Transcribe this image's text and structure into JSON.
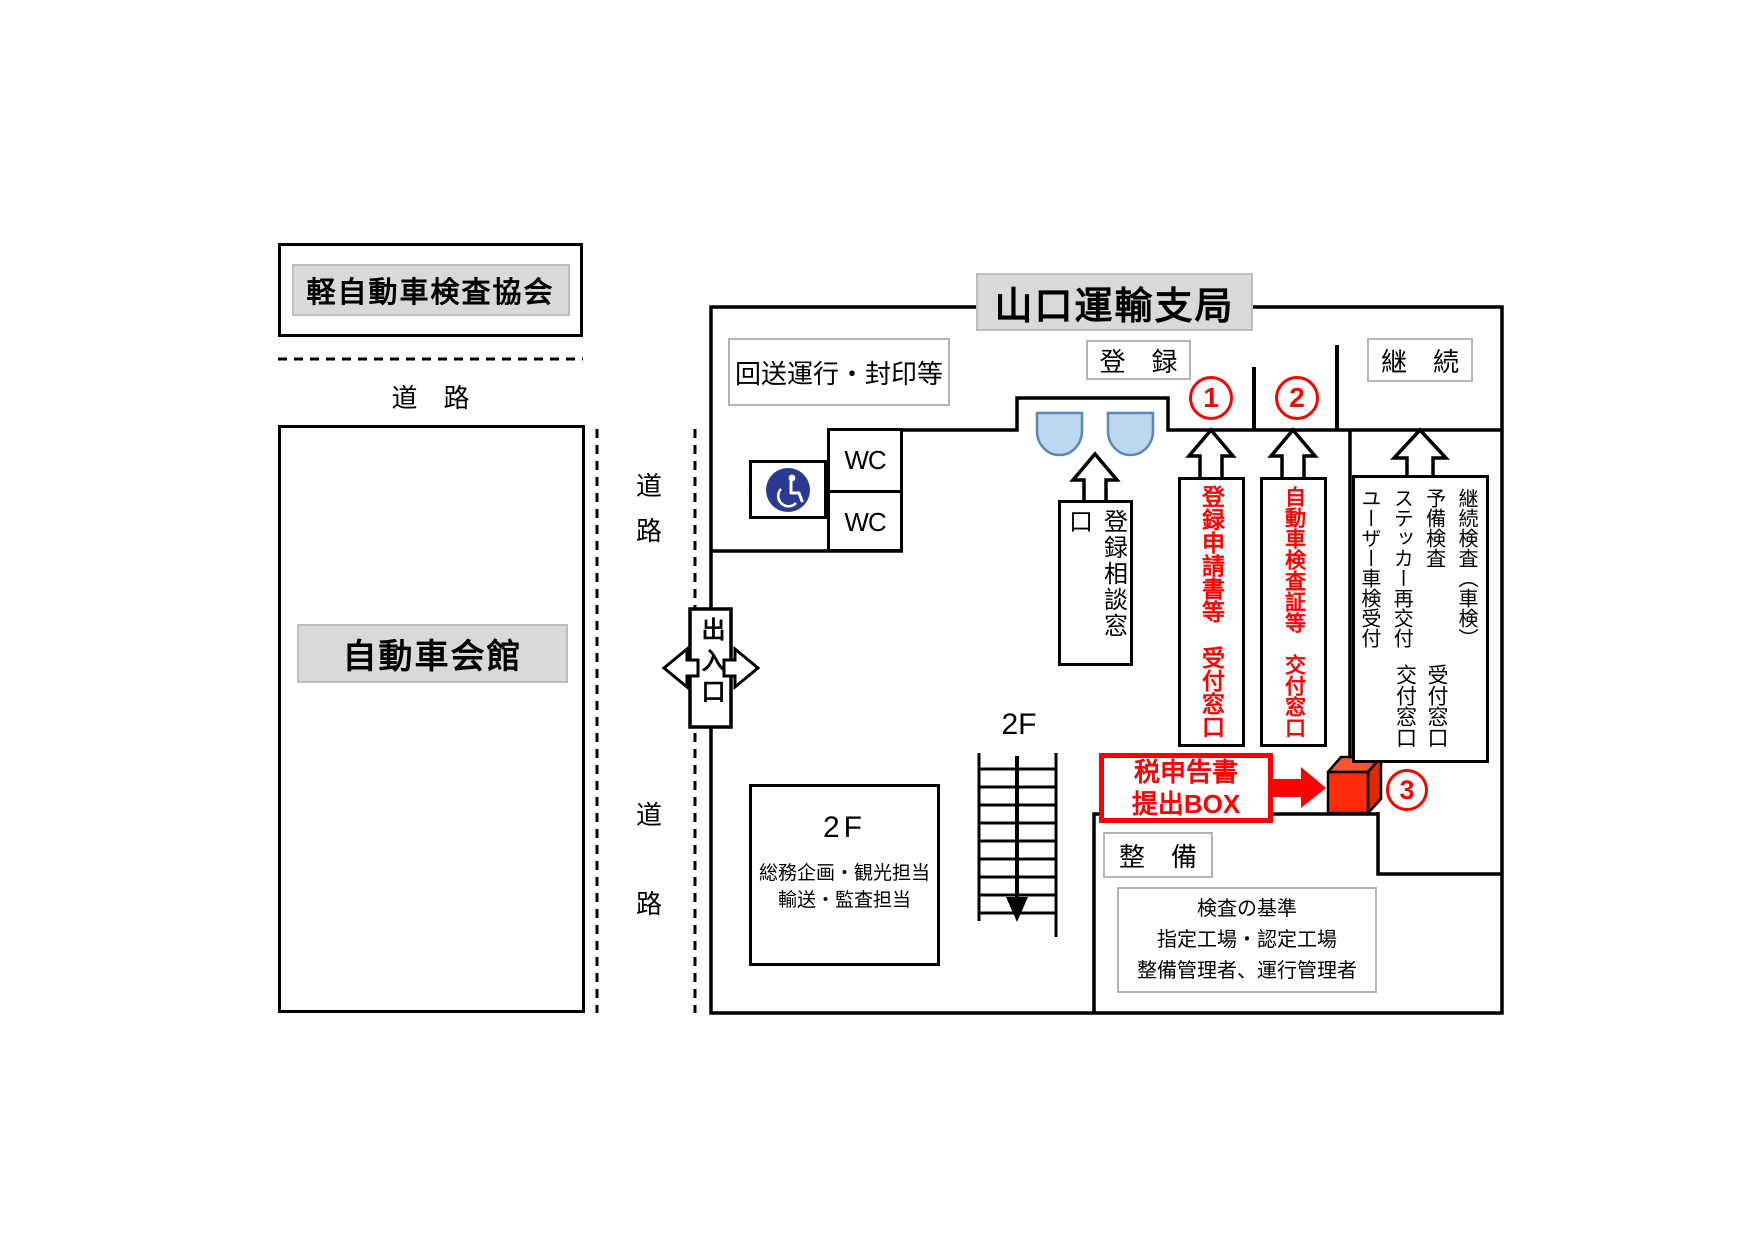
{
  "outside": {
    "kei_kyokai_label": "軽自動車検査協会",
    "road_horizontal_label": "道　路",
    "kaikan_label": "自動車会館",
    "road_char_top": "道",
    "road_char_bottom": "路"
  },
  "building": {
    "title": "山口運輸支局",
    "kaiso_label": "回送運行・封印等",
    "wc_label": "WC",
    "touroku_label": "登　録",
    "keizoku_label": "継　続",
    "soudan_window_label": "登録相談窓口",
    "entrance_label": "出入口",
    "stairs_floor_label": "2F",
    "office_2f": {
      "floor_label": "2F",
      "departments": "総務企画・観光担当\n輸送・監査担当"
    },
    "window1": {
      "number": "1",
      "label": "登録申請書等　受付窓口"
    },
    "window2": {
      "number": "2",
      "label": "自動車検査証等　交付窓口"
    },
    "window3": {
      "number": "3",
      "services": "継続検査（車検）\n予備検査\nステッカー再交付\nユーザー車検受付",
      "counters": "受付窓口\n交付窓口"
    },
    "tax_box_label": "税申告書\n提出BOX",
    "seibi_label": "整　備",
    "kensa_info": "検査の基準\n指定工場・認定工場\n整備管理者、運行管理者"
  },
  "colors": {
    "accent_red": "#ff0000",
    "label_bg": "#d9d9d9",
    "stool_fill": "#bdd7ee",
    "stool_stroke": "#5b88b5",
    "wheelchair_blue": "#2b3990",
    "cube_front": "#ff2b0d",
    "cube_top": "#ff5533",
    "cube_side": "#e02800"
  }
}
